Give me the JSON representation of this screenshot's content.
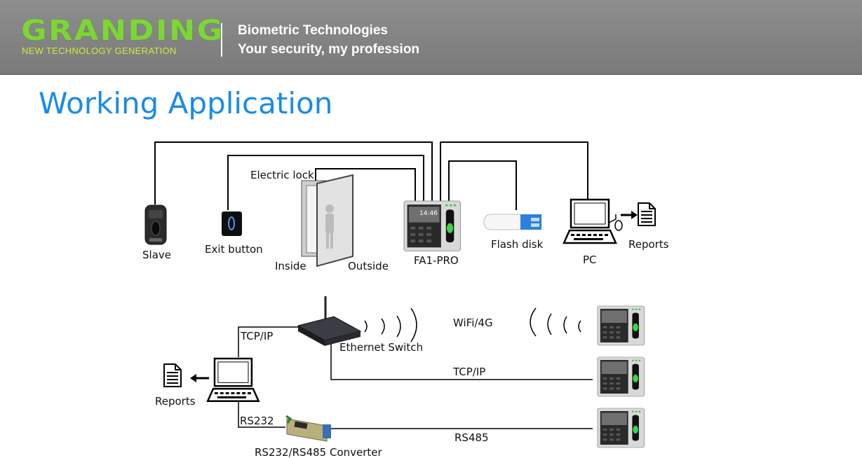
{
  "header": {
    "logo_text": "GRANDING",
    "logo_subtitle": "NEW TECHNOLOGY GENERATION",
    "tagline_1": "Biometric Technologies",
    "tagline_2": "Your security,  my profession"
  },
  "page_title": "Working Application",
  "labels": {
    "electric_lock": "Electric lock",
    "slave": "Slave",
    "exit_button": "Exit button",
    "inside": "Inside",
    "outside": "Outside",
    "fa1_pro": "FA1-PRO",
    "flash_disk": "Flash disk",
    "pc": "PC",
    "reports_top": "Reports",
    "wifi": "WiFi/4G",
    "ethernet_switch": "Ethernet Switch",
    "tcpip_left": "TCP/IP",
    "tcpip_mid": "TCP/IP",
    "reports_bottom": "Reports",
    "rs232": "RS232",
    "rs485": "RS485",
    "converter": "RS232/RS485 Converter"
  },
  "device_screen_time": "14:46"
}
